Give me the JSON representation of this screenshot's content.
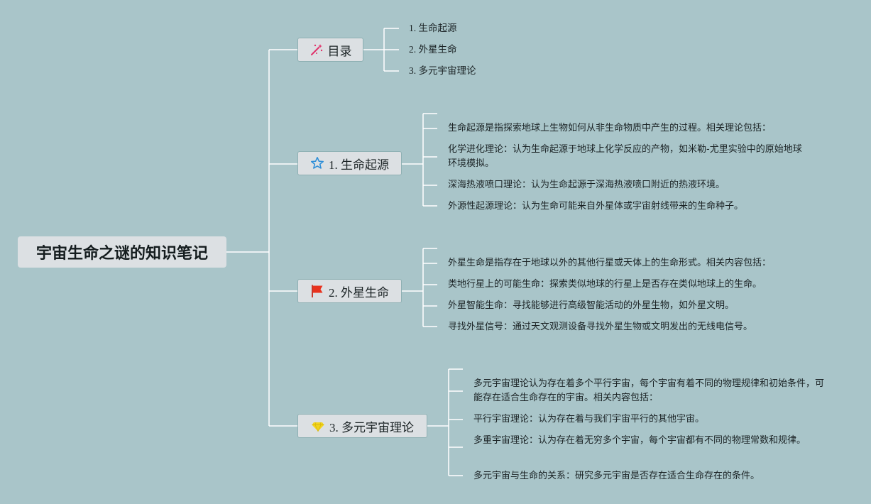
{
  "root": {
    "title": "宇宙生命之谜的知识笔记"
  },
  "toc": {
    "label": "目录",
    "items": [
      "1. 生命起源",
      "2. 外星生命",
      "3. 多元宇宙理论"
    ]
  },
  "sections": [
    {
      "label": "1. 生命起源",
      "icon": "star-icon",
      "items": [
        "生命起源是指探索地球上生物如何从非生命物质中产生的过程。相关理论包括：",
        "化学进化理论：认为生命起源于地球上化学反应的产物，如米勒-尤里实验中的原始地球环境模拟。",
        "深海热液喷口理论：认为生命起源于深海热液喷口附近的热液环境。",
        "外源性起源理论：认为生命可能来自外星体或宇宙射线带来的生命种子。"
      ]
    },
    {
      "label": "2. 外星生命",
      "icon": "flag-icon",
      "items": [
        "外星生命是指存在于地球以外的其他行星或天体上的生命形式。相关内容包括：",
        "类地行星上的可能生命：探索类似地球的行星上是否存在类似地球上的生命。",
        "外星智能生命：寻找能够进行高级智能活动的外星生物，如外星文明。",
        "寻找外星信号：通过天文观测设备寻找外星生物或文明发出的无线电信号。"
      ]
    },
    {
      "label": "3. 多元宇宙理论",
      "icon": "diamond-icon",
      "items": [
        "多元宇宙理论认为存在着多个平行宇宙，每个宇宙有着不同的物理规律和初始条件，可能存在适合生命存在的宇宙。相关内容包括：",
        "平行宇宙理论：认为存在着与我们宇宙平行的其他宇宙。",
        "多重宇宙理论：认为存在着无穷多个宇宙，每个宇宙都有不同的物理常数和规律。",
        "多元宇宙与生命的关系：研究多元宇宙是否存在适合生命存在的条件。"
      ]
    }
  ],
  "colors": {
    "background": "#a9c5c9",
    "node_fill": "#dce0e3",
    "connector": "#ffffff",
    "star": "#2f8fd8",
    "flag": "#e8321e",
    "diamond": "#f2d41c",
    "wand": "#e0336b"
  }
}
